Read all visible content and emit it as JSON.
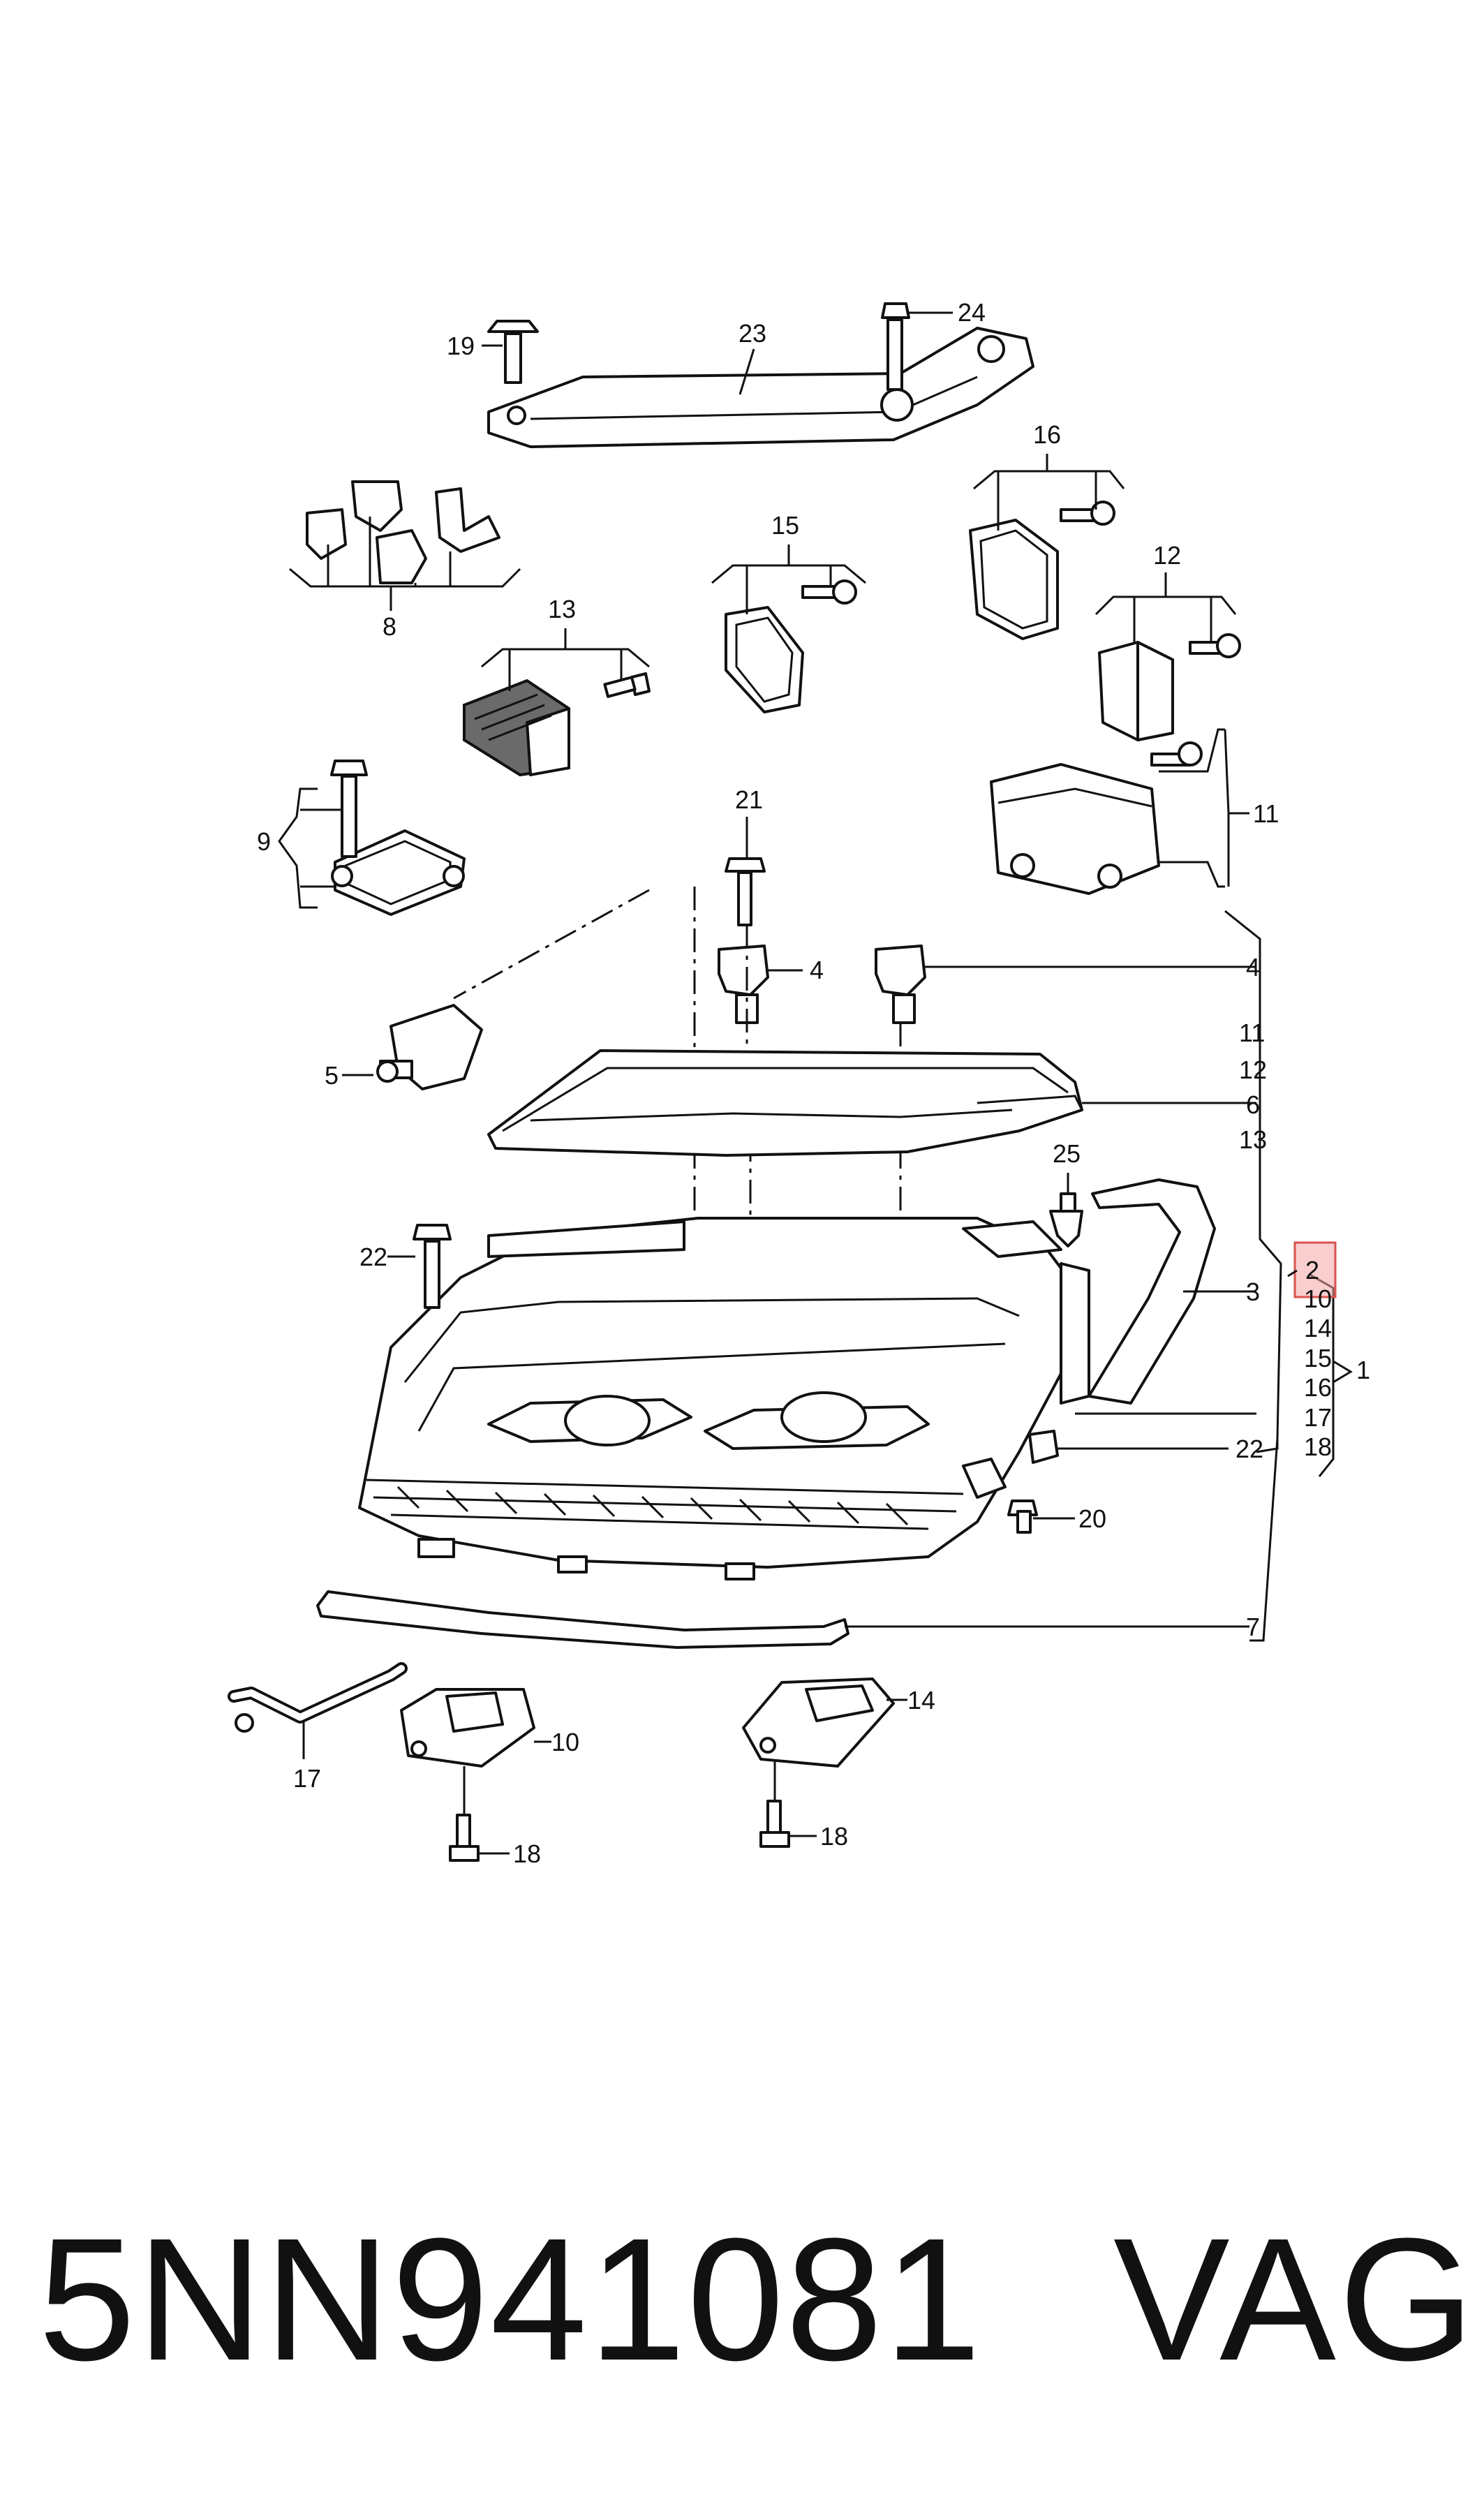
{
  "callouts": {
    "c1": "1",
    "c2": "2",
    "c3": "3",
    "c4a": "4",
    "c4b": "4",
    "c5": "5",
    "c6": "6",
    "c7": "7",
    "c8": "8",
    "c9": "9",
    "c10a": "10",
    "c10b": "10",
    "c11a": "11",
    "c11b": "11",
    "c12a": "12",
    "c12b": "12",
    "c13a": "13",
    "c13b": "13",
    "c14a": "14",
    "c14b": "14",
    "c15a": "15",
    "c15b": "15",
    "c16a": "16",
    "c16b": "16",
    "c17a": "17",
    "c17b": "17",
    "c18a": "18",
    "c18b": "18",
    "c18c": "18",
    "c19": "19",
    "c20": "20",
    "c21": "21",
    "c22a": "22",
    "c22b": "22",
    "c23": "23",
    "c24": "24",
    "c25": "25"
  },
  "footer": {
    "part_number": "5NN941081",
    "brand": "VAG"
  },
  "highlight_color": "#f4a6a6"
}
